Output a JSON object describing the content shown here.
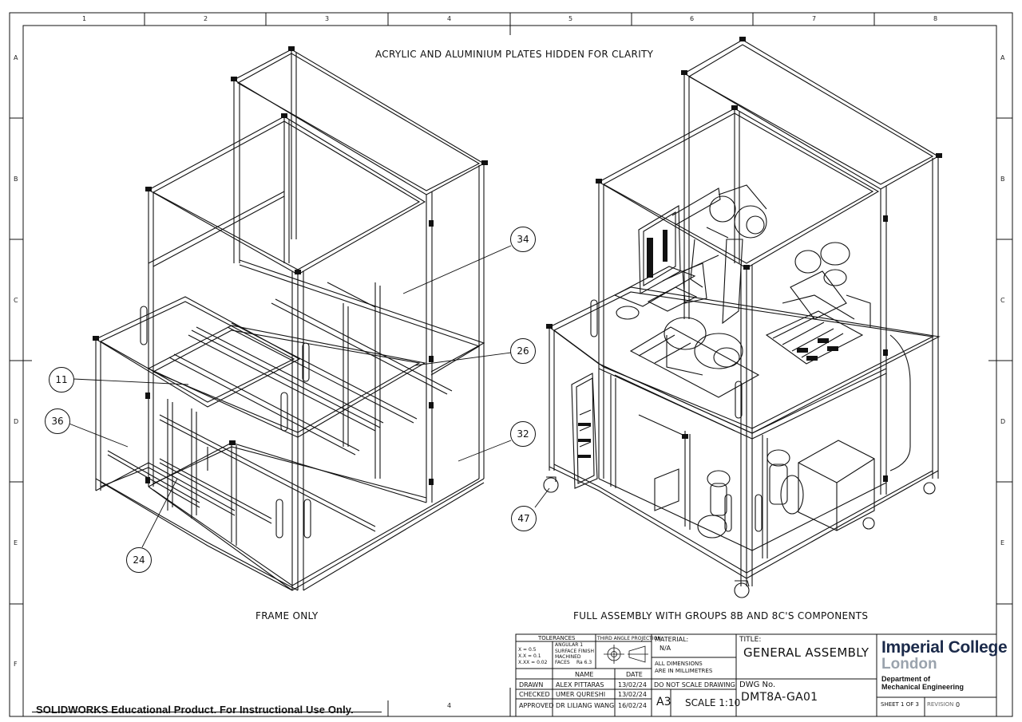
{
  "sheet": {
    "zone_numbers": [
      "1",
      "2",
      "3",
      "4",
      "5",
      "6",
      "7",
      "8"
    ],
    "zone_letters": [
      "A",
      "B",
      "C",
      "D",
      "E",
      "F"
    ],
    "bottom_zone_label": "4"
  },
  "notes": {
    "top": "ACRYLIC AND ALUMINIUM PLATES HIDDEN FOR CLARITY",
    "left_view": "FRAME ONLY",
    "right_view": "FULL ASSEMBLY WITH GROUPS 8B AND 8C'S COMPONENTS"
  },
  "balloons": [
    "34",
    "26",
    "11",
    "36",
    "32",
    "24",
    "47"
  ],
  "title_block": {
    "tolerances": "TOLERANCES",
    "tol_x": "X   =  0.5",
    "tol_xx": "X.X  =  0.1",
    "tol_xxx": "X.XX =  0.02",
    "angular": "ANGULAR  1",
    "surface_finish": "SURFACE FINISH",
    "machined": "MACHINED",
    "faces": "FACES",
    "ra": "Ra 6.3",
    "projection": "THIRD ANGLE PROJECTION",
    "material_label": "MATERIAL:",
    "material_value": "N/A",
    "dims_line1": "ALL DIMENSIONS",
    "dims_line2": "ARE IN MILLIMETRES",
    "name_header": "NAME",
    "date_header": "DATE",
    "drawn_label": "DRAWN",
    "drawn_name": "ALEX PITTARAS",
    "drawn_date": "13/02/24",
    "checked_label": "CHECKED",
    "checked_name": "UMER QURESHI",
    "checked_date": "13/02/24",
    "approved_label": "APPROVED",
    "approved_name": "DR LILIANG WANG",
    "approved_date": "16/02/24",
    "do_not_scale": "DO NOT SCALE DRAWING",
    "size": "A3",
    "scale": "SCALE 1:10",
    "title_label": "TITLE:",
    "title_value": "GENERAL ASSEMBLY",
    "dwg_label": "DWG No.",
    "dwg_value": "DMT8A-GA01",
    "sheet": "SHEET 1 OF 3",
    "revision_label": "REVISION",
    "revision_value": "0"
  },
  "institution": {
    "name": "Imperial College",
    "city": "London",
    "dept_line1": "Department of",
    "dept_line2": "Mechanical Engineering"
  },
  "watermark": "SOLIDWORKS Educational Product. For Instructional Use Only."
}
